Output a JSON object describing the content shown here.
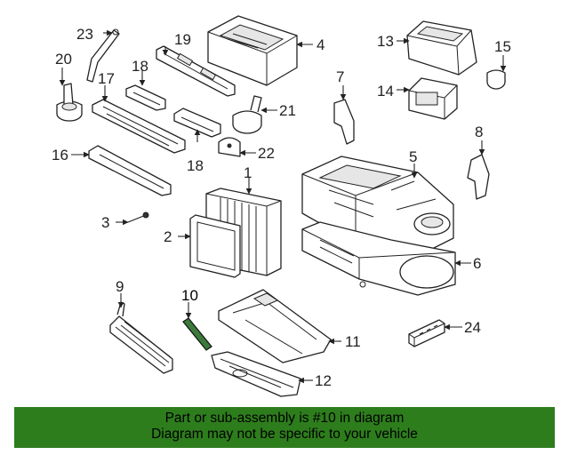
{
  "callouts": {
    "c1": "1",
    "c2": "2",
    "c3": "3",
    "c4": "4",
    "c5": "5",
    "c6": "6",
    "c7": "7",
    "c8": "8",
    "c9": "9",
    "c10": "10",
    "c11": "11",
    "c12": "12",
    "c13": "13",
    "c14": "14",
    "c15": "15",
    "c16": "16",
    "c17": "17",
    "c18a": "18",
    "c18b": "18",
    "c19": "19",
    "c20": "20",
    "c21": "21",
    "c22": "22",
    "c23": "23",
    "c24": "24"
  },
  "highlighted_part": "10",
  "banner": {
    "line1": "Part or sub-assembly is #10 in diagram",
    "line2": "Diagram may not be specific to your vehicle",
    "background": "#2e7d1d"
  }
}
